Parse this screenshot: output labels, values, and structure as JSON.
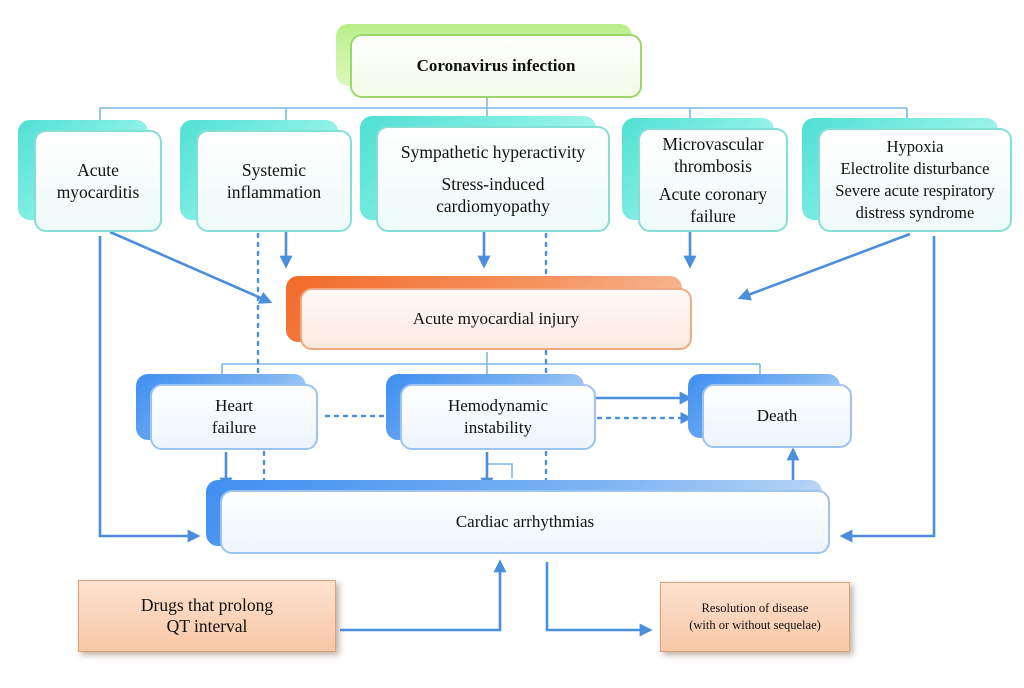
{
  "top": {
    "label": "Coronavirus infection"
  },
  "causes": [
    {
      "lines": [
        "Acute",
        "myocarditis"
      ]
    },
    {
      "lines": [
        "Systemic",
        "inflammation"
      ]
    },
    {
      "lines": [
        "Sympathetic hyperactivity",
        "Stress-induced",
        "cardiomyopathy"
      ]
    },
    {
      "lines": [
        "Microvascular",
        "thrombosis",
        "Acute coronary",
        "failure"
      ]
    },
    {
      "lines": [
        "Hypoxia",
        "Electrolite disturbance",
        "Severe acute respiratory",
        "distress syndrome"
      ]
    }
  ],
  "injury": {
    "label": "Acute myocardial injury"
  },
  "heart_failure": {
    "lines": [
      "Heart",
      "failure"
    ]
  },
  "hemodynamic": {
    "lines": [
      "Hemodynamic",
      "instability"
    ]
  },
  "death": {
    "label": "Death"
  },
  "arrhythmias": {
    "label": "Cardiac arrhythmias"
  },
  "drugs": {
    "lines": [
      "Drugs that prolong",
      "QT interval"
    ]
  },
  "resolution": {
    "lines": [
      "Resolution of disease",
      "(with or without sequelae)"
    ]
  },
  "colors": {
    "arrow": "#4a8fdb",
    "connector": "#7fb8e3",
    "teal": "#4fe0d3",
    "green": "#b9f08a",
    "orange": "#f26a2a",
    "blue": "#3f8ff0",
    "peach": "#f7c7a6"
  }
}
